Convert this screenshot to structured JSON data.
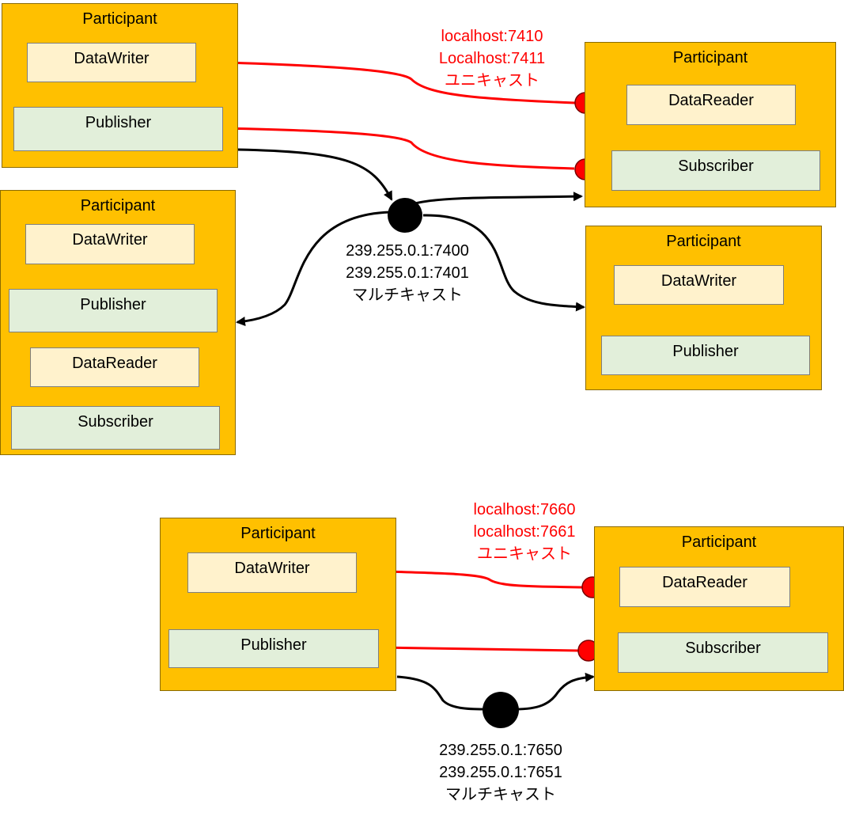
{
  "colors": {
    "participant_fill": "#ffc000",
    "entity_fill": "#fff2cc",
    "pubsub_fill": "#e2efda",
    "unicast_line": "#ff0000",
    "multicast_line": "#000000",
    "link_line": "#548235"
  },
  "labels": {
    "participant": "Participant",
    "data_writer": "DataWriter",
    "data_reader": "DataReader",
    "publisher": "Publisher",
    "subscriber": "Subscriber"
  },
  "top": {
    "unicast": {
      "line1": "localhost:7410",
      "line2": "Localhost:7411",
      "line3": "ユニキャスト"
    },
    "multicast": {
      "line1": "239.255.0.1:7400",
      "line2": "239.255.0.1:7401",
      "line3": "マルチキャスト"
    }
  },
  "bottom": {
    "unicast": {
      "line1": "localhost:7660",
      "line2": "localhost:7661",
      "line3": "ユニキャスト"
    },
    "multicast": {
      "line1": "239.255.0.1:7650",
      "line2": "239.255.0.1:7651",
      "line3": "マルチキャスト"
    }
  }
}
